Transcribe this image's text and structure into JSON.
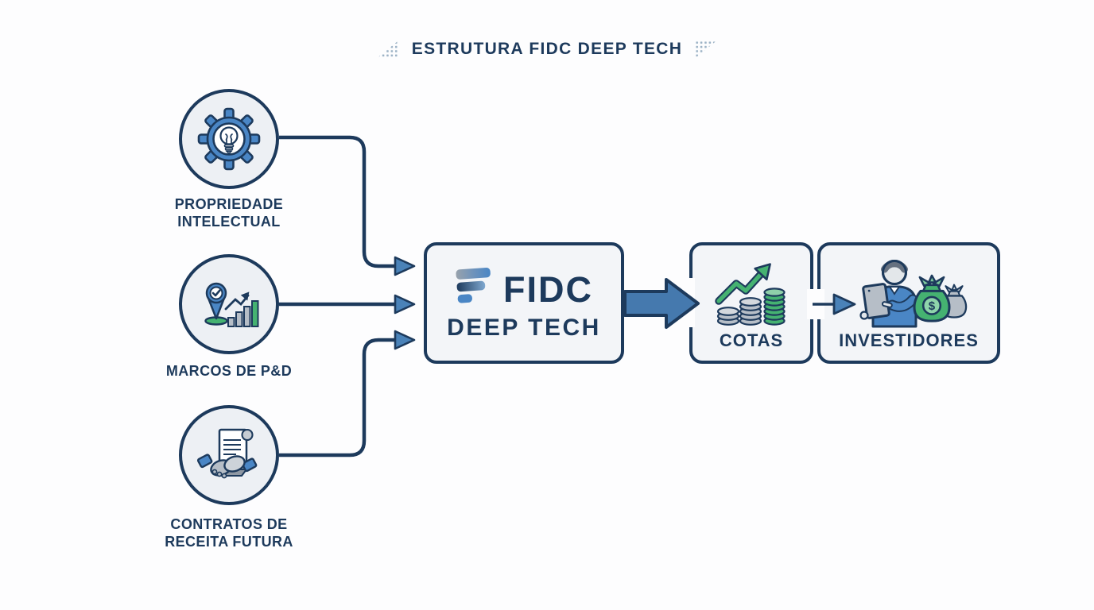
{
  "title": "ESTRUTURA FIDC DEEP TECH",
  "sources": [
    {
      "label_line1": "PROPRIEDADE",
      "label_line2": "INTELECTUAL",
      "icon": "gear-lightbulb-icon"
    },
    {
      "label_line1": "MARCOS DE P&D",
      "label_line2": "",
      "icon": "pin-growth-chart-icon"
    },
    {
      "label_line1": "CONTRATOS DE",
      "label_line2": "RECEITA FUTURA",
      "icon": "contract-handshake-icon"
    }
  ],
  "fund": {
    "name": "FIDC",
    "subtitle": "DEEP TECH",
    "logo": "fidc-logo-mark"
  },
  "outputs": {
    "cotas": {
      "label": "COTAS",
      "icon": "coin-stacks-growth-icon"
    },
    "investors": {
      "label": "INVESTIDORES",
      "icon": "investor-money-bags-icon",
      "currency_symbol": "$"
    }
  },
  "colors": {
    "navy": "#1d3a5c",
    "steel_blue": "#4a82b8",
    "light_blue": "#7fa8d0",
    "green": "#45b271",
    "gray": "#b6bec7",
    "box_fill": "#f3f5f8",
    "circle_fill": "#edf0f4",
    "background": "#fdfdfe"
  }
}
